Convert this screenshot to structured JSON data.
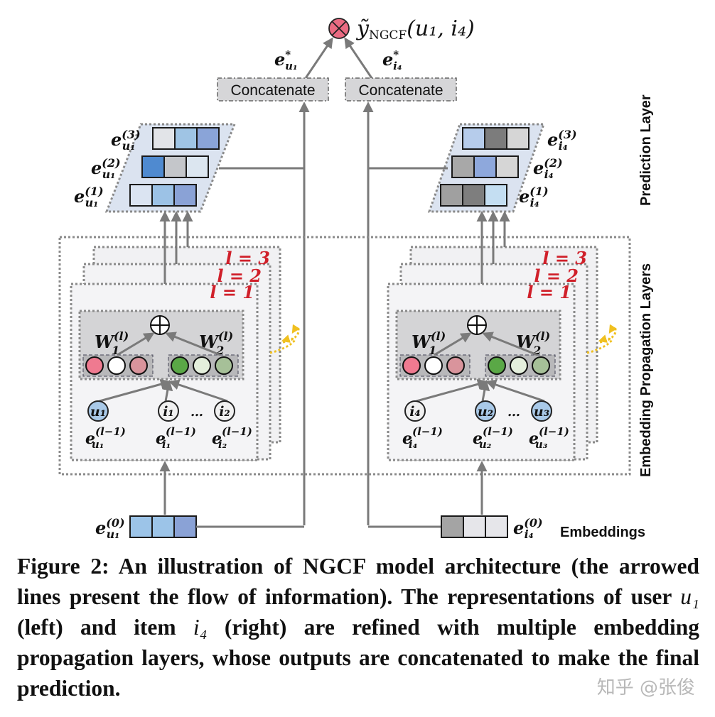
{
  "figure": {
    "output_label": "ỹ",
    "output_sub": "NGCF",
    "output_args": "(u₁, i₄)",
    "ops": {
      "multiply": "⊗",
      "add": "⊕"
    },
    "concat_label": "Concatenate",
    "eu_star": {
      "base": "e",
      "sub": "u₁",
      "sup": "*"
    },
    "ei_star": {
      "base": "e",
      "sub": "i₄",
      "sup": "*"
    },
    "section_labels": {
      "prediction": "Prediction Layer",
      "propagation": "Embedding Propagation Layers",
      "embeddings": "Embeddings"
    },
    "layer_labels": [
      "l = 1",
      "l = 2",
      "l = 3"
    ],
    "weights": {
      "w1": {
        "base": "W",
        "sub": "1",
        "sup": "(l)"
      },
      "w2": {
        "base": "W",
        "sub": "2",
        "sup": "(l)"
      }
    },
    "user_side": {
      "stack_labels": [
        {
          "base": "e",
          "sub": "u₁",
          "sup": "(3)"
        },
        {
          "base": "e",
          "sub": "u₁",
          "sup": "(2)"
        },
        {
          "base": "e",
          "sub": "u₁",
          "sup": "(1)"
        }
      ],
      "stack_colors": [
        [
          "#e2e4e8",
          "#9fc4e4",
          "#8aa4d8"
        ],
        [
          "#4f8ad0",
          "#c4c6ca",
          "#dce6f0"
        ],
        [
          "#dbe4f2",
          "#9cc2e6",
          "#8aa2d6"
        ]
      ],
      "nodes": [
        {
          "label": "u₁",
          "fill": "#a9c9e8",
          "emb": {
            "base": "e",
            "sub": "u₁",
            "sup": "(l−1)"
          }
        },
        {
          "label": "i₁",
          "fill": "#f0f0f0",
          "emb": {
            "base": "e",
            "sub": "i₁",
            "sup": "(l−1)"
          }
        },
        {
          "label": "i₂",
          "fill": "#f0f0f0",
          "emb": {
            "base": "e",
            "sub": "i₂",
            "sup": "(l−1)"
          }
        }
      ],
      "ellipsis": "…",
      "initial": {
        "base": "e",
        "sub": "u₁",
        "sup": "(0)",
        "colors": [
          "#9cc4e8",
          "#9cc4e8",
          "#8aa2d6"
        ]
      }
    },
    "item_side": {
      "stack_labels": [
        {
          "base": "e",
          "sub": "i₄",
          "sup": "(3)"
        },
        {
          "base": "e",
          "sub": "i₄",
          "sup": "(2)"
        },
        {
          "base": "e",
          "sub": "i₄",
          "sup": "(1)"
        }
      ],
      "stack_colors": [
        [
          "#b6cceb",
          "#7c7c7c",
          "#d6d6d6"
        ],
        [
          "#a8a8a8",
          "#8ea8dc",
          "#d6d6d6"
        ],
        [
          "#a0a0a0",
          "#7e7e7e",
          "#c4def2"
        ]
      ],
      "nodes": [
        {
          "label": "i₄",
          "fill": "#f0f0f0",
          "emb": {
            "base": "e",
            "sub": "i₄",
            "sup": "(l−1)"
          }
        },
        {
          "label": "u₂",
          "fill": "#a9c9e8",
          "emb": {
            "base": "e",
            "sub": "u₂",
            "sup": "(l−1)"
          }
        },
        {
          "label": "u₃",
          "fill": "#a9c9e8",
          "emb": {
            "base": "e",
            "sub": "u₃",
            "sup": "(l−1)"
          }
        }
      ],
      "ellipsis": "…",
      "initial": {
        "base": "e",
        "sub": "i₄",
        "sup": "(0)",
        "colors": [
          "#a4a4a4",
          "#e6e6ea",
          "#e6e6ea"
        ]
      }
    },
    "w1_circle_colors": [
      "#ef7a90",
      "#ffffff",
      "#d9949c"
    ],
    "w2_circle_colors": [
      "#5aa846",
      "#e4efdc",
      "#a6c098"
    ],
    "colors": {
      "arrow": "#7a7a7a",
      "layer_label": "#d0202a",
      "dotted": "#8a8a8a",
      "recurrent_arrow": "#f0c020",
      "multiply_fill": "#ea6b82"
    }
  },
  "caption": {
    "prefix": "Figure 2: An illustration of NGCF model architecture (the arrowed lines present the flow of information). The representations of user ",
    "u1": "u₁",
    "mid": " (left) and item ",
    "i4": "i₄",
    "suffix": " (right) are refined with multiple embedding propagation layers, whose outputs are concatenated to make the final prediction."
  },
  "watermark": "知乎 @张俊"
}
